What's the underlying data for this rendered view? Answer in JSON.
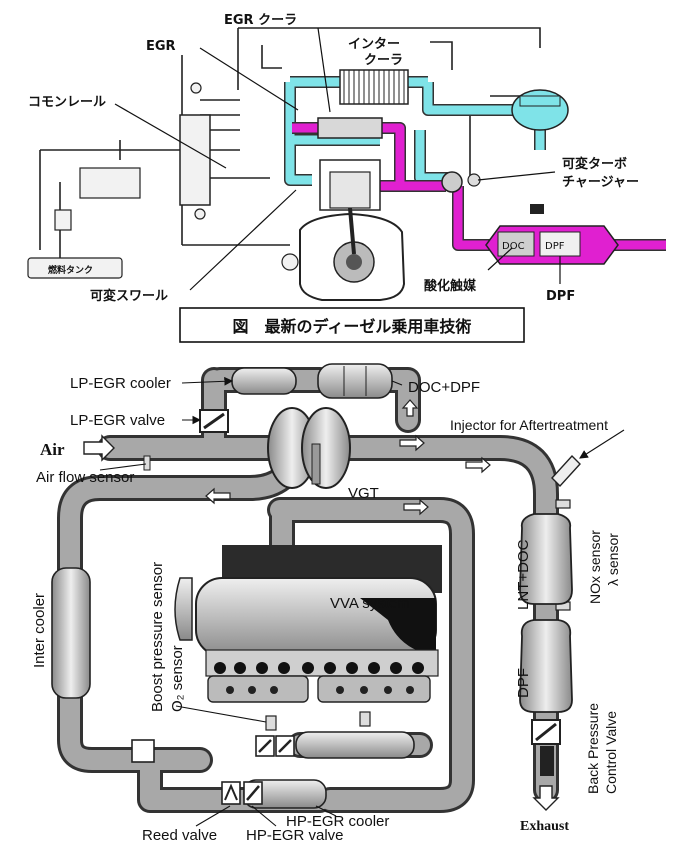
{
  "top": {
    "caption": "図　最新のディーゼル乗用車技術",
    "labels": {
      "egr_cooler": "EGR クーラ",
      "egr": "EGR",
      "intercooler_1": "インター",
      "intercooler_2": "クーラ",
      "common_rail": "コモンレール",
      "vgt_1": "可変ターボ",
      "vgt_2": "チャージャー",
      "variable_swirl": "可変スワール",
      "fuel_tank": "燃料タンク",
      "oxidation_catalyst": "酸化触媒",
      "dpf": "DPF",
      "doc_box": "DOC",
      "dpf_box": "DPF"
    }
  },
  "bottom": {
    "labels": {
      "lp_egr_cooler": "LP-EGR cooler",
      "lp_egr_valve": "LP-EGR valve",
      "doc_dpf": "DOC+DPF",
      "injector_aftertreatment": "Injector for Aftertreatment",
      "air": "Air",
      "air_flow_sensor": "Air flow sensor",
      "vgt": "VGT",
      "inter_cooler": "Inter cooler",
      "boost_pressure_sensor": "Boost pressure sensor",
      "o2_sensor": "O₂ sensor",
      "vva_system": "VVA system",
      "lnt_doc": "LNT+DOC",
      "nox_sensor": "NOx sensor",
      "lambda_sensor": "λ sensor",
      "dpf": "DPF",
      "back_pressure_1": "Back Pressure",
      "back_pressure_2": "Control Valve",
      "exhaust": "Exhaust",
      "reed_valve": "Reed valve",
      "hp_egr_valve": "HP-EGR valve",
      "hp_egr_cooler": "HP-EGR cooler"
    }
  },
  "colors": {
    "magenta": "#e020d0",
    "cyan": "#7fe3e8",
    "pipe_gray": "#9a9a9a",
    "dark": "#222222"
  }
}
